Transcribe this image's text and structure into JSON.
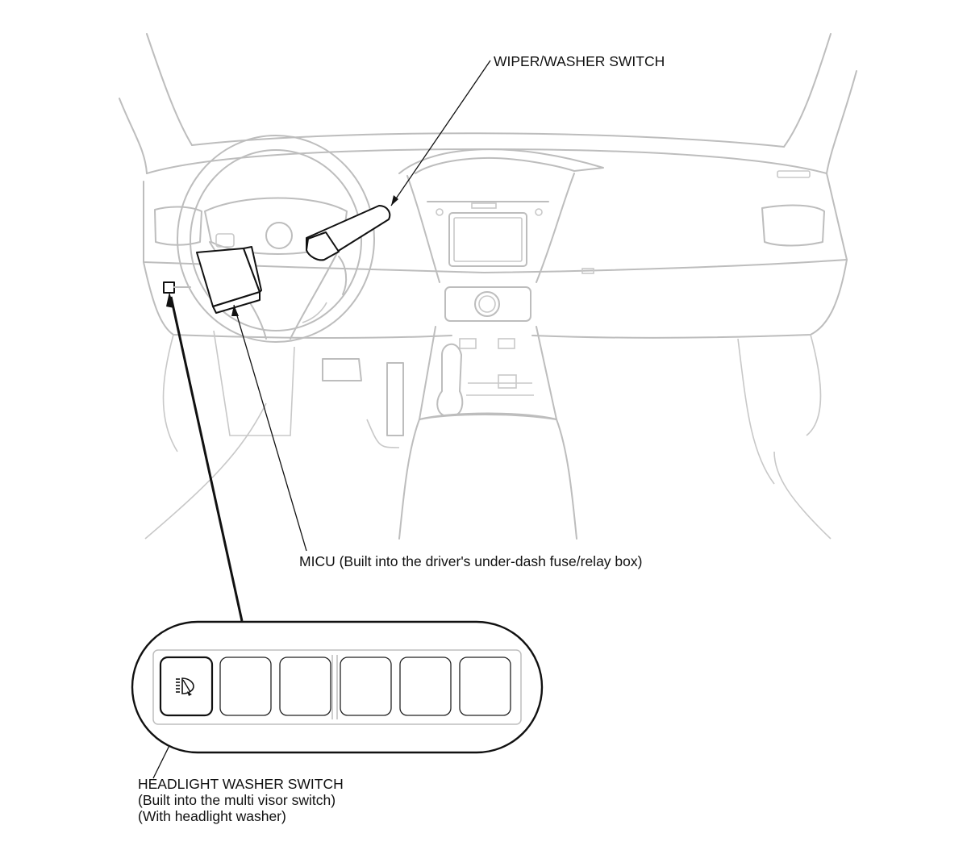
{
  "labels": {
    "wiper_washer_switch": "WIPER/WASHER SWITCH",
    "micu": "MICU (Built into the driver's under-dash fuse/relay box)",
    "headlight_washer_switch": {
      "line1": "HEADLIGHT WASHER SWITCH",
      "line2": "(Built into the multi visor switch)",
      "line3": "(With headlight washer)"
    }
  },
  "icons": {
    "headlight_washer_button": "headlight-washer-icon"
  },
  "colors": {
    "background_drawing": "#bdbdbd",
    "highlight": "#111111"
  }
}
